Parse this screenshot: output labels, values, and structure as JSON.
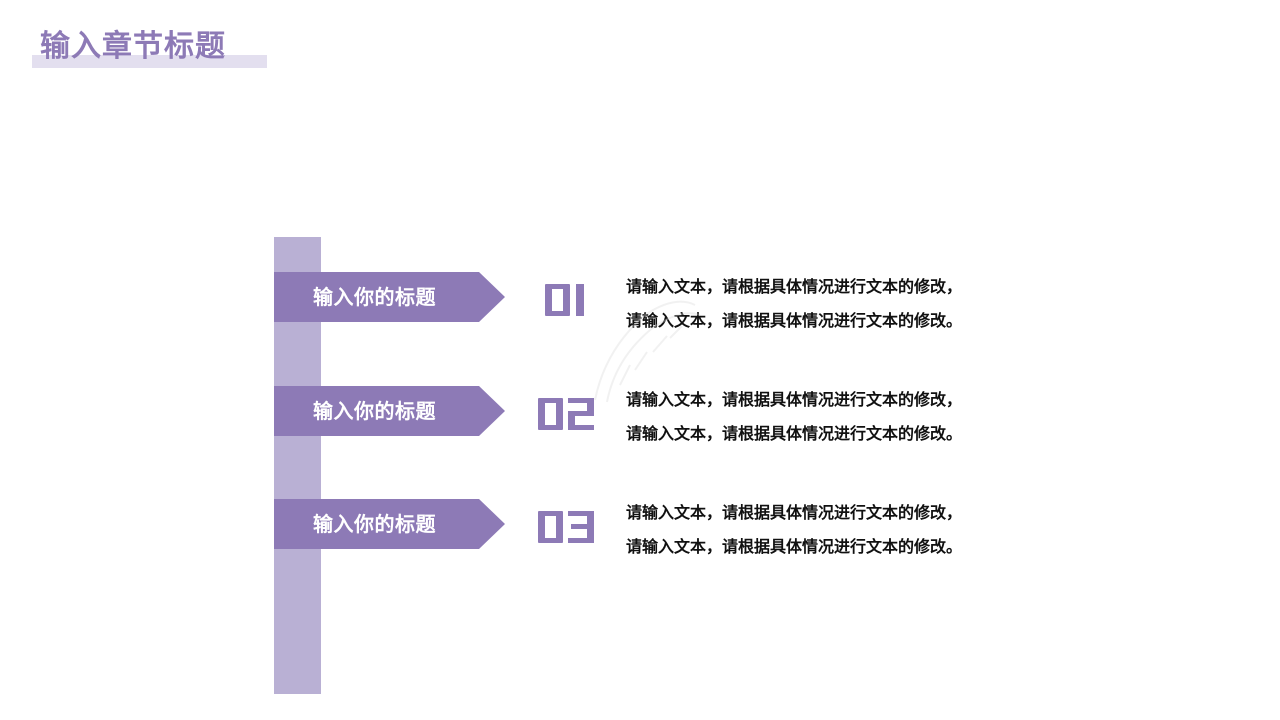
{
  "slide": {
    "title": "输入章节标题",
    "colors": {
      "accent": "#8d7ab6",
      "bar": "#b9b0d4",
      "title_underline": "#e3dfef",
      "text": "#111111",
      "background": "#ffffff"
    }
  },
  "items": [
    {
      "number": "01",
      "heading": "输入你的标题",
      "lines": [
        "请输入文本，请根据具体情况进行文本的修改，",
        "请输入文本，请根据具体情况进行文本的修改。"
      ]
    },
    {
      "number": "02",
      "heading": "输入你的标题",
      "lines": [
        "请输入文本，请根据具体情况进行文本的修改，",
        "请输入文本，请根据具体情况进行文本的修改。"
      ]
    },
    {
      "number": "03",
      "heading": "输入你的标题",
      "lines": [
        "请输入文本，请根据具体情况进行文本的修改，",
        "请输入文本，请根据具体情况进行文本的修改。"
      ]
    }
  ]
}
